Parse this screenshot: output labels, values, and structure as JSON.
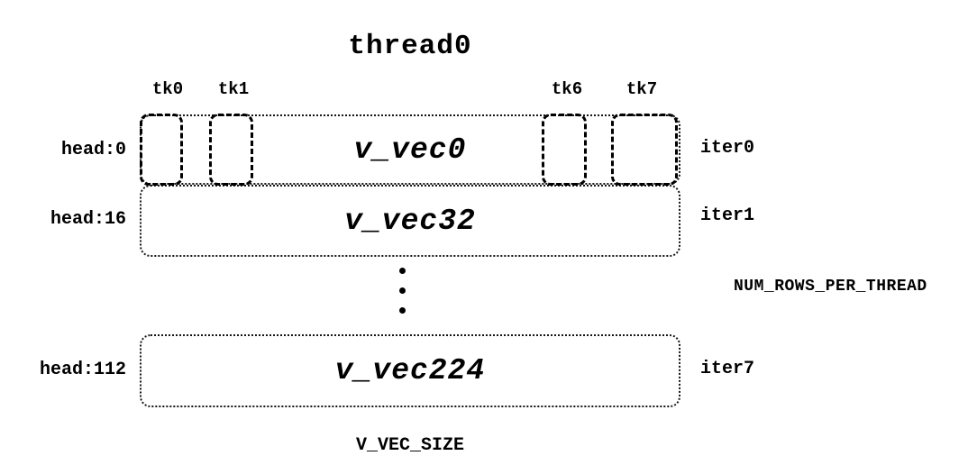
{
  "title": "thread0",
  "ticks": [
    "tk0",
    "tk1",
    "tk6",
    "tk7"
  ],
  "rows": [
    {
      "head": "head:0",
      "vec": "v_vec0",
      "iter": "iter0"
    },
    {
      "head": "head:16",
      "vec": "v_vec32",
      "iter": "iter1"
    },
    {
      "head": "head:112",
      "vec": "v_vec224",
      "iter": "iter7"
    }
  ],
  "labels": {
    "num_rows_per_thread": "NUM_ROWS_PER_THREAD",
    "v_vec_size": "V_VEC_SIZE"
  },
  "colors": {
    "stroke": "#000000",
    "background": "#ffffff"
  }
}
